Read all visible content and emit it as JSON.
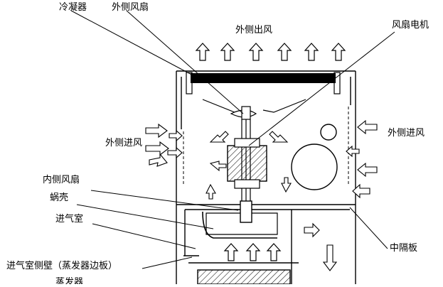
{
  "labels": {
    "condenser": "冷凝器",
    "outer_fan": "外侧风扇",
    "outer_outlet_air": "外侧出风",
    "fan_motor": "风扇电机",
    "outer_inlet_air_left": "外侧进风",
    "outer_inlet_air_right": "外侧进风",
    "inner_fan": "内侧风扇",
    "volute": "蜗壳",
    "intake_chamber": "进气室",
    "middle_partition": "中隔板",
    "intake_chamber_side_wall": "进气室侧壁（蒸发器边板）",
    "evaporator_partial": "蒸发器"
  }
}
